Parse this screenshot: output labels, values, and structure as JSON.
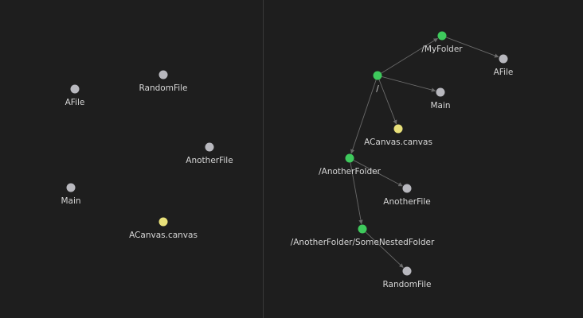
{
  "colors": {
    "background": "#1e1e1e",
    "file_node": "#b8b8be",
    "folder_node": "#3ec95c",
    "canvas_node": "#e8e07a",
    "edge": "#6a6a6a",
    "label": "#d6d6d6"
  },
  "left_graph": {
    "nodes": [
      {
        "id": "l-randomfile",
        "label": "RandomFile",
        "kind": "file"
      },
      {
        "id": "l-afile",
        "label": "AFile",
        "kind": "file"
      },
      {
        "id": "l-anotherfile",
        "label": "AnotherFile",
        "kind": "file"
      },
      {
        "id": "l-main",
        "label": "Main",
        "kind": "file"
      },
      {
        "id": "l-acanvas",
        "label": "ACanvas.canvas",
        "kind": "canvas"
      }
    ]
  },
  "right_graph": {
    "nodes": [
      {
        "id": "r-root",
        "label": "/",
        "kind": "folder"
      },
      {
        "id": "r-myfolder",
        "label": "/MyFolder",
        "kind": "folder"
      },
      {
        "id": "r-afile",
        "label": "AFile",
        "kind": "file"
      },
      {
        "id": "r-main",
        "label": "Main",
        "kind": "file"
      },
      {
        "id": "r-acanvas",
        "label": "ACanvas.canvas",
        "kind": "canvas"
      },
      {
        "id": "r-anotherfolder",
        "label": "/AnotherFolder",
        "kind": "folder"
      },
      {
        "id": "r-anotherfile",
        "label": "AnotherFile",
        "kind": "file"
      },
      {
        "id": "r-nested",
        "label": "/AnotherFolder/SomeNestedFolder",
        "kind": "folder"
      },
      {
        "id": "r-randomfile",
        "label": "RandomFile",
        "kind": "file"
      }
    ],
    "edges": [
      {
        "from": "r-root",
        "to": "r-myfolder"
      },
      {
        "from": "r-myfolder",
        "to": "r-afile"
      },
      {
        "from": "r-root",
        "to": "r-main"
      },
      {
        "from": "r-root",
        "to": "r-acanvas"
      },
      {
        "from": "r-root",
        "to": "r-anotherfolder"
      },
      {
        "from": "r-anotherfolder",
        "to": "r-anotherfile"
      },
      {
        "from": "r-anotherfolder",
        "to": "r-nested"
      },
      {
        "from": "r-nested",
        "to": "r-randomfile"
      }
    ]
  }
}
